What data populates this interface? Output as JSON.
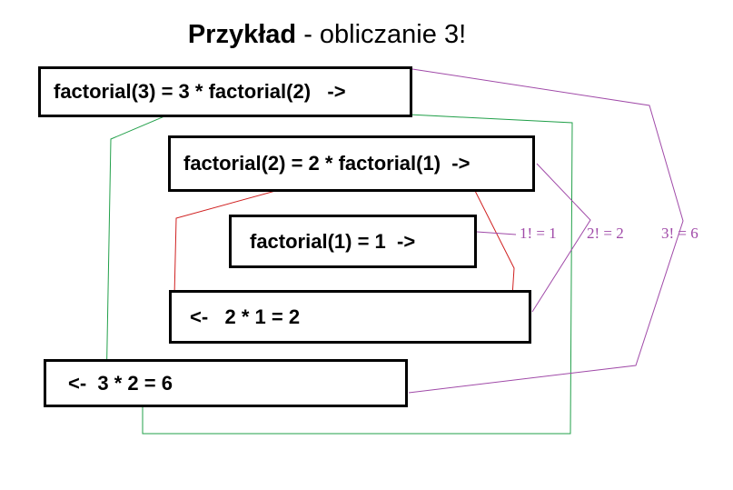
{
  "title": {
    "bold": "Przykład",
    "rest": " - obliczanie 3!"
  },
  "steps": [
    "factorial(3) = 3 * factorial(2)   ->",
    "factorial(2) = 2 * factorial(1)  ->",
    "factorial(1) = 1  ->",
    "<-   2 * 1 = 2",
    "<-  3 * 2 = 6"
  ],
  "results": [
    "1! = 1",
    "2! = 2",
    "3! = 6"
  ],
  "colors": {
    "green": "#22a04a",
    "red": "#d02020",
    "purple": "#a04aa8"
  }
}
